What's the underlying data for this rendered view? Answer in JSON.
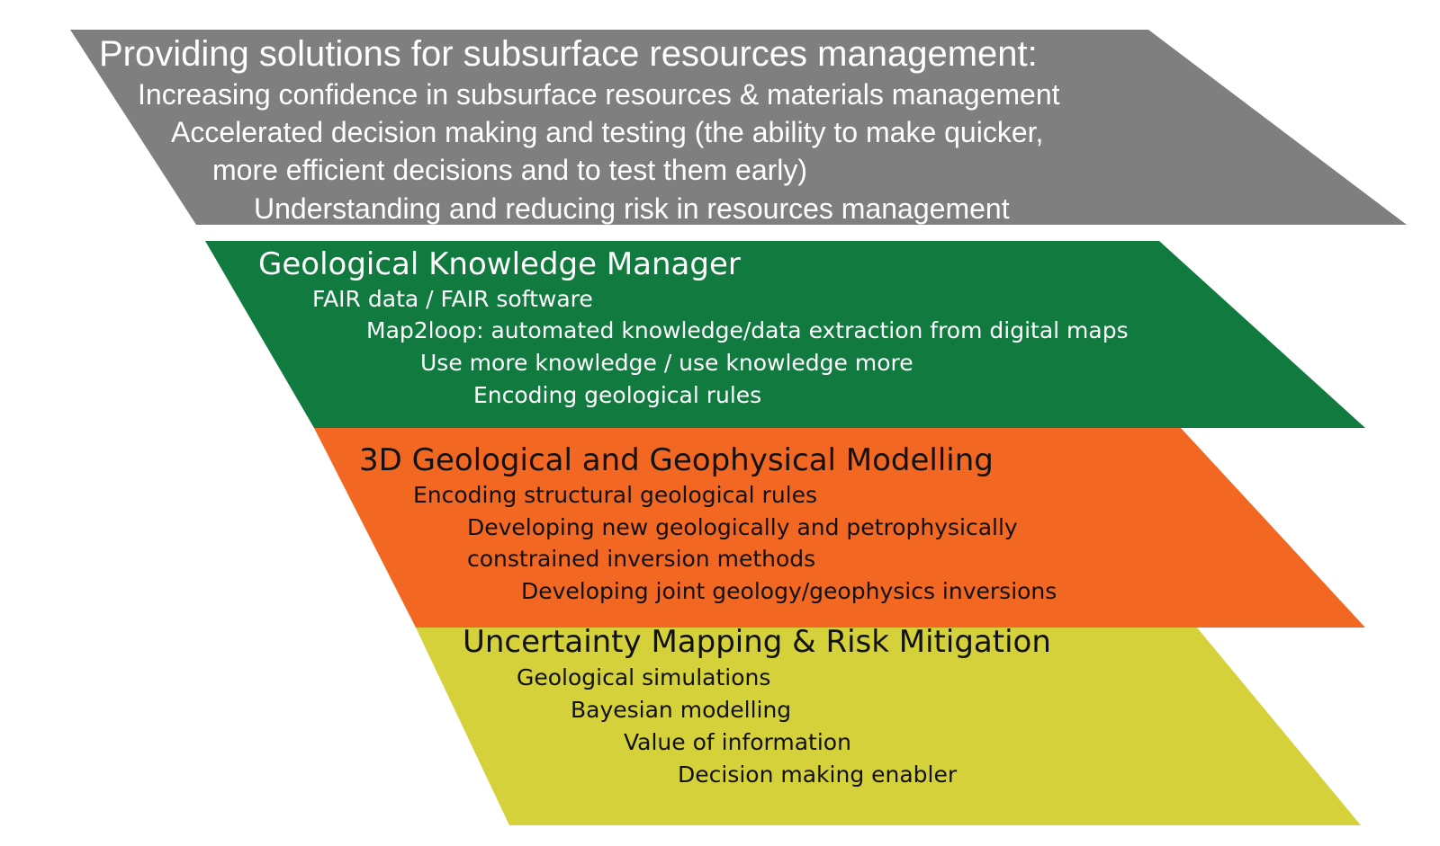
{
  "layers": [
    {
      "id": "solutions",
      "color": "#7f7f7f",
      "title": "Providing solutions for subsurface resources management:",
      "items": [
        "Increasing confidence in subsurface resources & materials management",
        "Accelerated decision making and testing (the ability to make quicker,",
        "more efficient decisions and to test them early)",
        "Understanding and reducing risk in resources management"
      ]
    },
    {
      "id": "knowledge",
      "color": "#107a3f",
      "title": "Geological Knowledge Manager",
      "items": [
        "FAIR data / FAIR software",
        "Map2loop: automated knowledge/data extraction from digital maps",
        "Use more knowledge / use knowledge more",
        "Encoding geological rules"
      ]
    },
    {
      "id": "modelling",
      "color": "#f26722",
      "title": "3D Geological and Geophysical Modelling",
      "items": [
        "Encoding structural geological rules",
        "Developing new geologically and petrophysically",
        "constrained inversion methods",
        "Developing joint geology/geophysics inversions"
      ]
    },
    {
      "id": "uncertainty",
      "color": "#d4d13a",
      "title": "Uncertainty Mapping & Risk Mitigation",
      "items": [
        "Geological simulations",
        "Bayesian modelling",
        "Value of information",
        "Decision making enabler"
      ]
    }
  ]
}
